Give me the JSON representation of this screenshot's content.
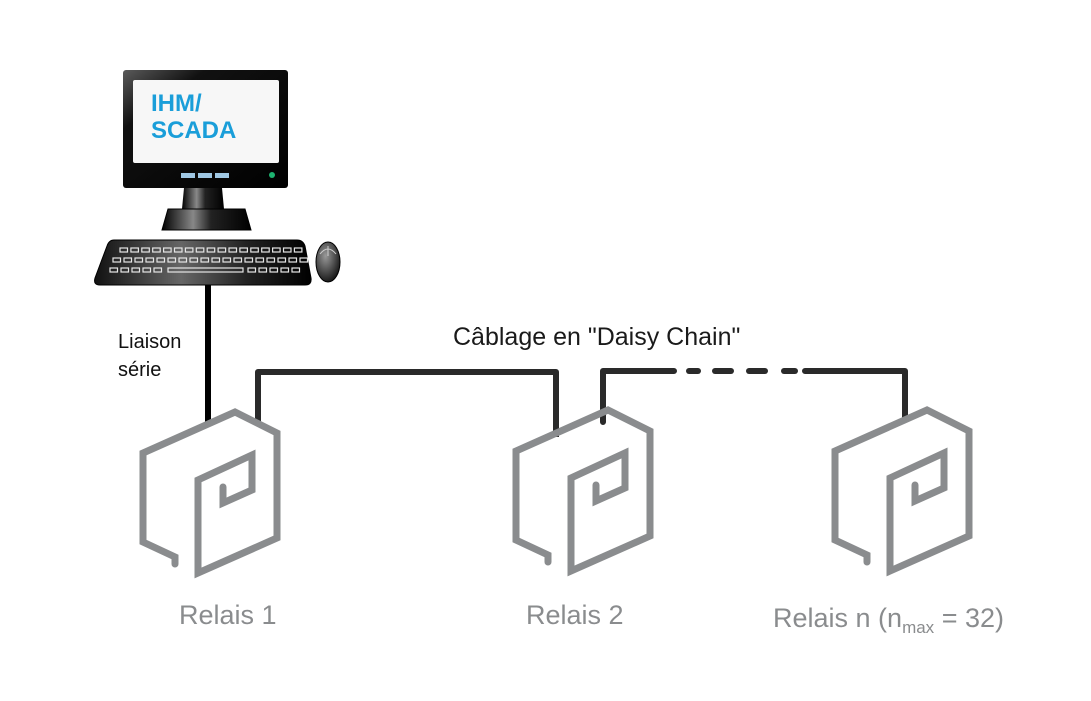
{
  "computer": {
    "screen_line1": "IHM/",
    "screen_line2": "SCADA",
    "screen_text_color": "#1a9ed9"
  },
  "labels": {
    "serial_line1": "Liaison",
    "serial_line2": "série",
    "daisy_chain": "Câblage en \"Daisy Chain\""
  },
  "relays": [
    {
      "label": "Relais 1"
    },
    {
      "label": "Relais 2"
    },
    {
      "label_prefix": "Relais n (n",
      "label_sub": "max",
      "label_suffix": " = 32)"
    }
  ],
  "colors": {
    "relay_outline": "#8a8c8e",
    "cable": "#2a2a2a",
    "serial_cable": "#000000"
  },
  "icons": {
    "computer": "monitor-icon",
    "keyboard": "keyboard-icon",
    "mouse": "mouse-icon",
    "relay": "relay-device-icon"
  }
}
